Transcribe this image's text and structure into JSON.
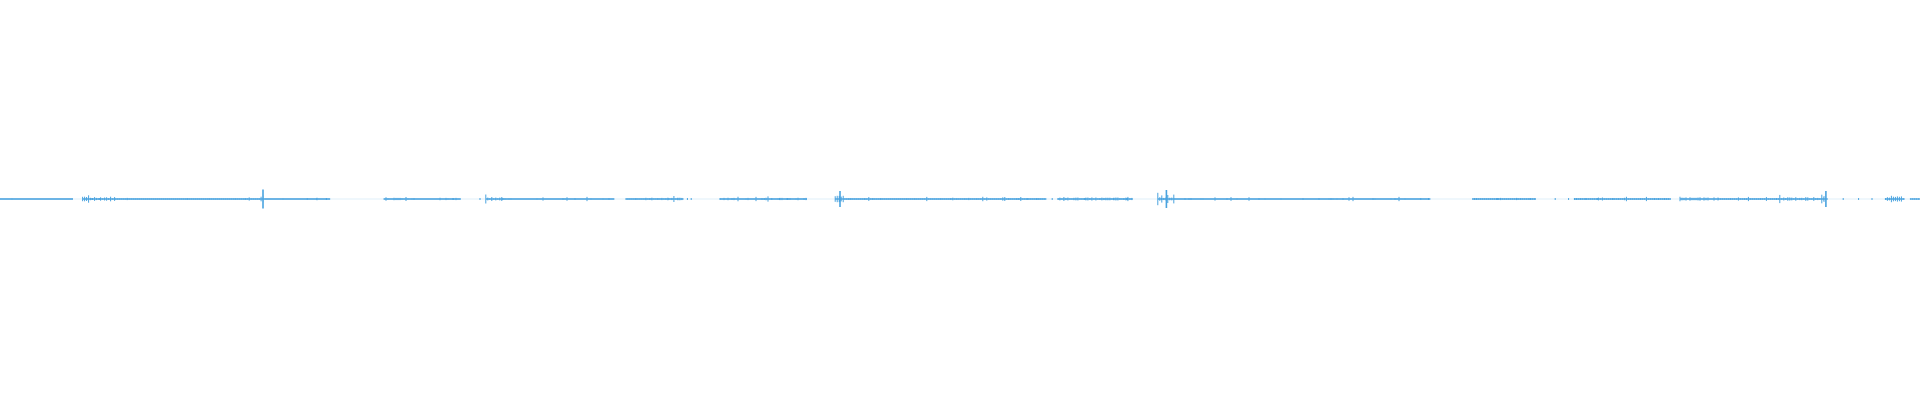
{
  "waveform": {
    "color": "#4aa3df",
    "background": "#ffffff",
    "orientation": "horizontal",
    "segments": [
      [
        0.0,
        0.038,
        0.12
      ],
      [
        0.043,
        0.06,
        0.55
      ],
      [
        0.06,
        0.136,
        0.18
      ],
      [
        0.136,
        0.138,
        0.95
      ],
      [
        0.138,
        0.172,
        0.2
      ],
      [
        0.2,
        0.24,
        0.28
      ],
      [
        0.253,
        0.262,
        0.55
      ],
      [
        0.262,
        0.32,
        0.22
      ],
      [
        0.326,
        0.356,
        0.3
      ],
      [
        0.375,
        0.42,
        0.3
      ],
      [
        0.435,
        0.44,
        0.8
      ],
      [
        0.44,
        0.545,
        0.22
      ],
      [
        0.551,
        0.59,
        0.35
      ],
      [
        0.603,
        0.612,
        0.9
      ],
      [
        0.612,
        0.745,
        0.22
      ],
      [
        0.767,
        0.8,
        0.25
      ],
      [
        0.82,
        0.87,
        0.22
      ],
      [
        0.875,
        0.895,
        0.4
      ],
      [
        0.895,
        0.927,
        0.22
      ],
      [
        0.927,
        0.95,
        0.45
      ],
      [
        0.95,
        0.952,
        0.8
      ],
      [
        0.982,
        0.992,
        0.65
      ],
      [
        0.995,
        1.0,
        0.2
      ]
    ],
    "sparse_ticks": [
      0.045,
      0.048,
      0.052,
      0.16,
      0.165,
      0.17,
      0.236,
      0.25,
      0.348,
      0.353,
      0.358,
      0.36,
      0.398,
      0.402,
      0.406,
      0.41,
      0.42,
      0.535,
      0.54,
      0.548,
      0.565,
      0.575,
      0.58,
      0.587,
      0.605,
      0.74,
      0.744,
      0.78,
      0.79,
      0.797,
      0.81,
      0.817,
      0.826,
      0.832,
      0.84,
      0.96,
      0.968,
      0.975
    ]
  }
}
